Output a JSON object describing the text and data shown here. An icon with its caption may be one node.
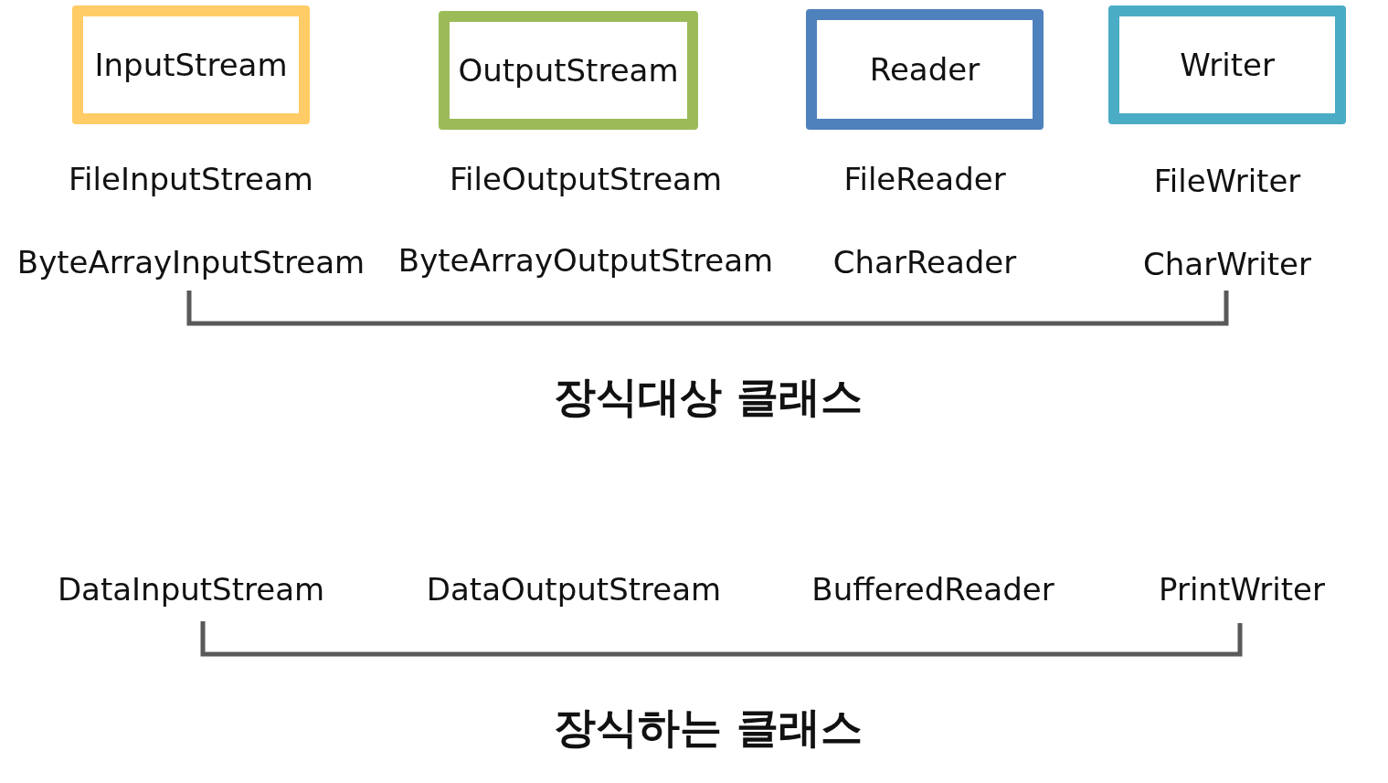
{
  "diagram": {
    "nodes": [
      {
        "text": [
          "InputStream"
        ]
      },
      {
        "text": [
          "OutputStream"
        ]
      },
      {
        "text": [
          "Reader"
        ]
      },
      {
        "text": [
          "Writer"
        ]
      }
    ],
    "labels": [
      "FileInputStream",
      "FileOutputStream",
      "FileReader",
      "FileWriter",
      "ByteArrayInputStream",
      "ByteArrayOutputStream",
      "CharReader",
      "CharWriter",
      "장식대상 클래스",
      "DataInputStream",
      "DataOutputStream",
      "BufferedReader",
      "PrintWriter",
      "장식하는 클래스"
    ]
  }
}
